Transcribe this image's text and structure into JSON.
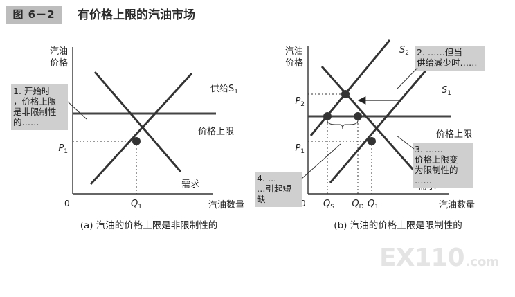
{
  "figure": {
    "label": "图 6－2",
    "title": "有价格上限的汽油市场"
  },
  "watermark": {
    "main": "EX110",
    "sub": ".com"
  },
  "colors": {
    "curve": "#333333",
    "ceiling": "#444444",
    "callout_bg": "#cfcfcf",
    "point": "#333333"
  },
  "chart_data": [
    {
      "type": "line",
      "caption": "(a) 汽油的价格上限是非限制性的",
      "ylabel": "汽油\n价格",
      "xlabel": "汽油数量",
      "origin_label": "0",
      "xlim": [
        0,
        10
      ],
      "ylim": [
        0,
        10
      ],
      "series": [
        {
          "key": "supply",
          "name": "供给S1",
          "values": [
            [
              1.3,
              0.7
            ],
            [
              8.6,
              8.7
            ]
          ]
        },
        {
          "key": "demand",
          "name": "需求",
          "values": [
            [
              1.6,
              8.8
            ],
            [
              7.8,
              1.6
            ]
          ]
        }
      ],
      "price_ceiling": {
        "label": "价格上限",
        "y": 5.8
      },
      "equilibrium": {
        "x": 4.6,
        "y": 3.8,
        "x_label": "Q1",
        "y_label": "P1"
      },
      "callouts": [
        {
          "text": "1. 开始时，价格上限是非限制性的……"
        }
      ]
    },
    {
      "type": "line",
      "caption": "(b) 汽油的价格上限是限制性的",
      "ylabel": "汽油\n价格",
      "xlabel": "汽油数量",
      "origin_label": "0",
      "xlim": [
        0,
        10
      ],
      "ylim": [
        0,
        10
      ],
      "series": [
        {
          "key": "supply2",
          "name": "S2",
          "values": [
            [
              0.2,
              4.2
            ],
            [
              5.9,
              11.1
            ]
          ]
        },
        {
          "key": "supply1",
          "name": "S1",
          "values": [
            [
              1.6,
              0.8
            ],
            [
              8.5,
              8.9
            ]
          ]
        },
        {
          "key": "demand",
          "name": "需求",
          "values": [
            [
              1.0,
              9.2
            ],
            [
              7.9,
              1.4
            ]
          ]
        }
      ],
      "price_ceiling": {
        "label": "价格上限",
        "y": 5.6
      },
      "equilibrium_old": {
        "x": 4.6,
        "y": 3.8,
        "x_label": "Q1",
        "y_label": "P1"
      },
      "equilibrium_new": {
        "x": 2.7,
        "y": 7.2,
        "y_label": "P2"
      },
      "quantity_supplied": {
        "x": 1.4,
        "label": "QS"
      },
      "quantity_demanded": {
        "x": 3.6,
        "label": "QD"
      },
      "callouts": [
        {
          "text": "2. ……但当供给减少时……"
        },
        {
          "text": "3. ……价格上限变为限制性的……"
        },
        {
          "text": "4. ……引起短缺"
        }
      ]
    }
  ]
}
